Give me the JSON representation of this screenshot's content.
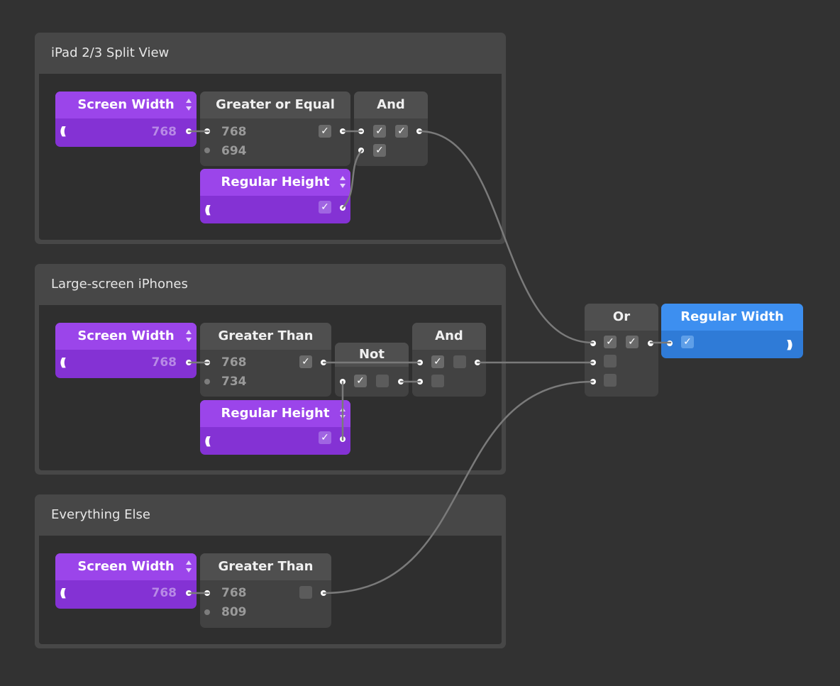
{
  "groups": [
    {
      "title": "iPad 2/3 Split View"
    },
    {
      "title": "Large-screen iPhones"
    },
    {
      "title": "Everything Else"
    }
  ],
  "nodes": {
    "g1_screen_width": {
      "title": "Screen Width",
      "value": "768",
      "icon": "broadcast-waves-icon"
    },
    "g1_ge": {
      "title": "Greater or Equal",
      "input_a": "768",
      "input_b": "694",
      "output": "✓"
    },
    "g1_and": {
      "title": "And",
      "in1": "✓",
      "in2": "✓",
      "out": "✓"
    },
    "g1_regular_height": {
      "title": "Regular Height",
      "output": "✓"
    },
    "g2_screen_width": {
      "title": "Screen Width",
      "value": "768"
    },
    "g2_gt": {
      "title": "Greater Than",
      "input_a": "768",
      "input_b": "734",
      "output": "✓"
    },
    "g2_not": {
      "title": "Not",
      "in": "✓",
      "out": ""
    },
    "g2_and": {
      "title": "And",
      "in1": "✓",
      "in2": "",
      "out": ""
    },
    "g2_regular_height": {
      "title": "Regular Height",
      "output": "✓"
    },
    "g3_screen_width": {
      "title": "Screen Width",
      "value": "768"
    },
    "g3_gt": {
      "title": "Greater Than",
      "input_a": "768",
      "input_b": "809",
      "output": ""
    },
    "or": {
      "title": "Or",
      "in1": "✓",
      "in2": "",
      "in3": "",
      "out": "✓"
    },
    "regular_width": {
      "title": "Regular Width",
      "input": "✓"
    }
  },
  "colors": {
    "purple": "#9b45ea",
    "blue": "#3d8ff0",
    "node_gray": "#4f4f4f",
    "wire": "#7a7a7a"
  }
}
